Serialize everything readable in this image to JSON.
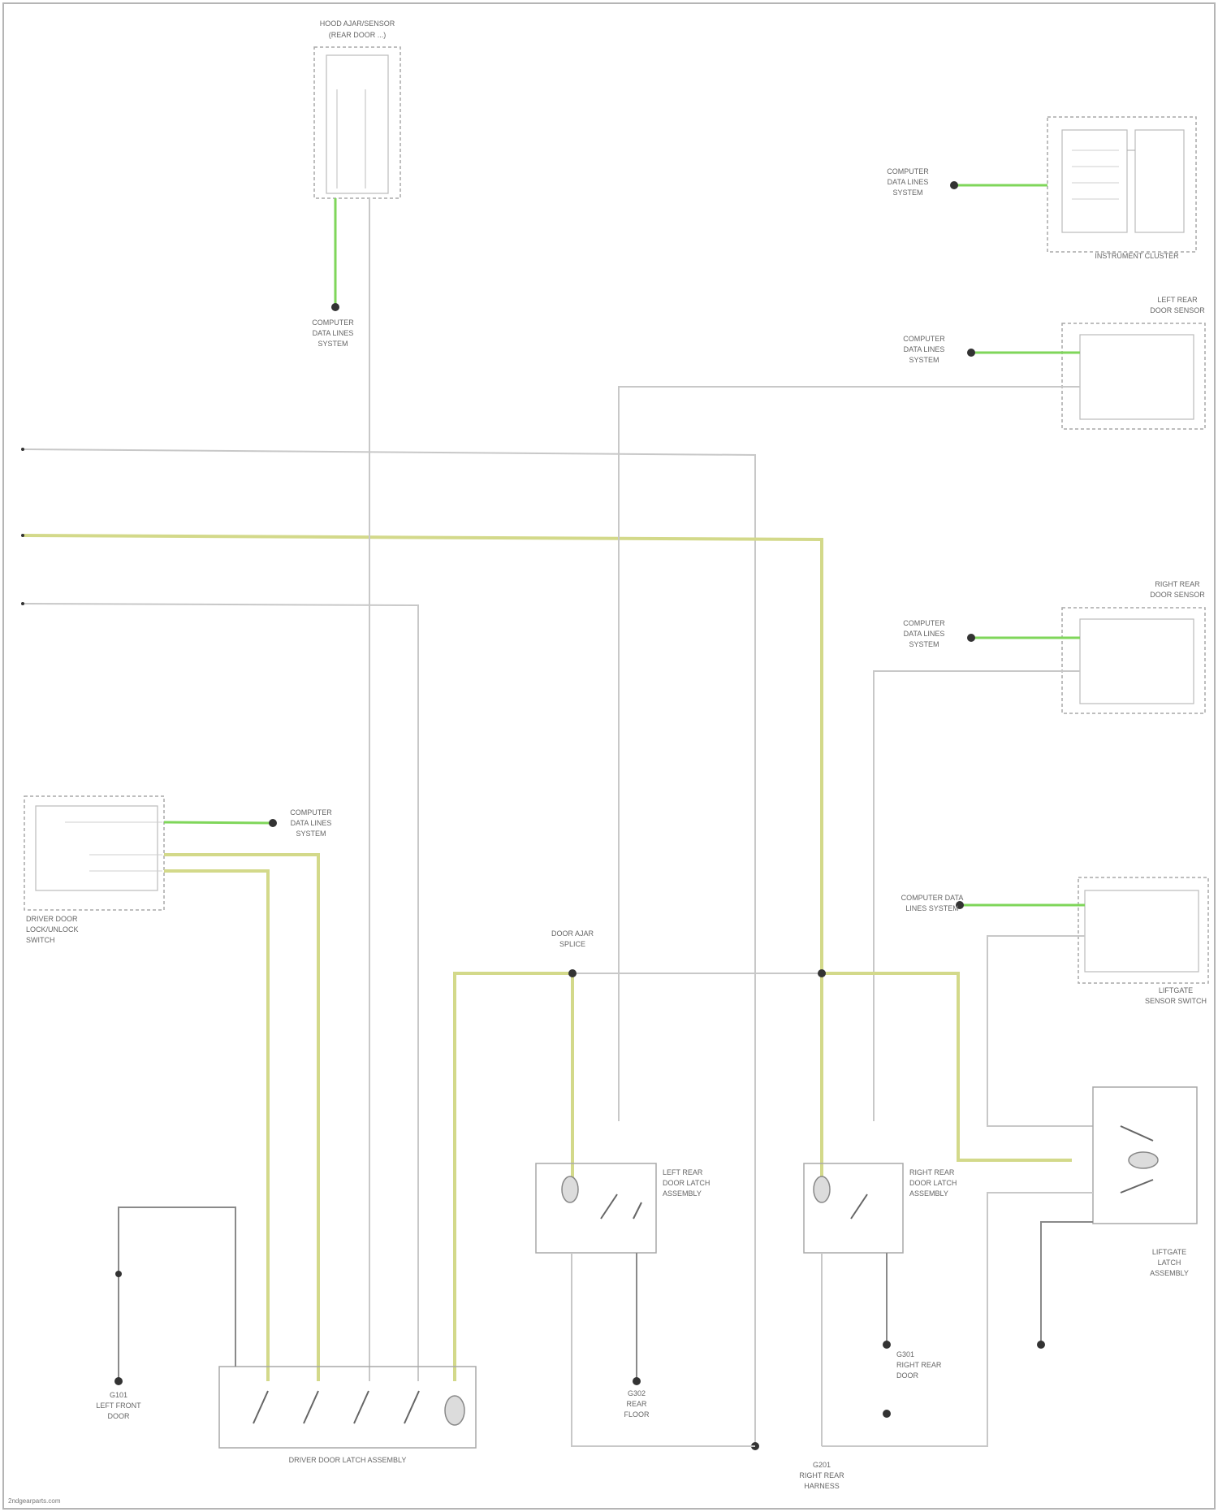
{
  "diagram": {
    "footer_credit": "2ndgearparts.com",
    "components": {
      "hood_sensor": [
        "HOOD AJAR/SENSOR",
        "(REAR DOOR ...)"
      ],
      "instrument_cluster": [
        "INSTRUMENT CLUSTER"
      ],
      "lf_door_sensor": [
        "LEFT REAR",
        "DOOR SENSOR"
      ],
      "rf_door_sensor": [
        "RIGHT REAR",
        "DOOR SENSOR"
      ],
      "driver_switch": [
        "DRIVER DOOR",
        "LOCK/UNLOCK",
        "SWITCH"
      ],
      "door_ajar_splice": [
        "DOOR AJAR",
        "SPLICE"
      ],
      "lr_latch": [
        "LEFT REAR",
        "DOOR LATCH",
        "ASSEMBLY"
      ],
      "rr_latch": [
        "RIGHT REAR",
        "DOOR LATCH",
        "ASSEMBLY"
      ],
      "liftgate_sensor": [
        "LIFTGATE",
        "SENSOR SWITCH"
      ],
      "liftgate_latch": [
        "LIFTGATE",
        "LATCH",
        "ASSEMBLY"
      ],
      "driver_latch": [
        "DRIVER DOOR LATCH ASSEMBLY"
      ],
      "g_left": [
        "G101",
        "LEFT FRONT",
        "DOOR"
      ],
      "g_rear": [
        "G302",
        "REAR",
        "FLOOR"
      ],
      "g_right": [
        "G301",
        "RIGHT REAR",
        "DOOR"
      ],
      "g_center": [
        "G201",
        "RIGHT REAR",
        "HARNESS"
      ],
      "canbus_hood": [
        "COMPUTER",
        "DATA LINES",
        "SYSTEM"
      ],
      "canbus_ic": [
        "COMPUTER",
        "DATA LINES",
        "SYSTEM"
      ],
      "canbus_lf": [
        "COMPUTER",
        "DATA LINES",
        "SYSTEM"
      ],
      "canbus_rf": [
        "COMPUTER",
        "DATA LINES",
        "SYSTEM"
      ],
      "canbus_driver": [
        "COMPUTER",
        "DATA LINES",
        "SYSTEM"
      ],
      "canbus_liftgate": [
        "COMPUTER DATA",
        "LINES SYSTEM"
      ]
    }
  }
}
